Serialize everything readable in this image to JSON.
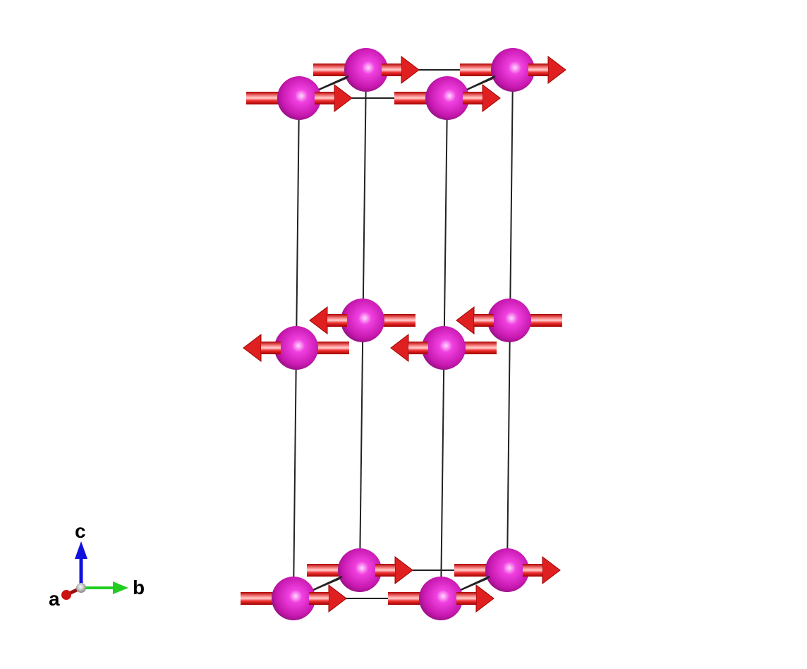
{
  "axes": {
    "a_label": "a",
    "b_label": "b",
    "c_label": "c",
    "a_color": "#cc1111",
    "b_color": "#22cc22",
    "c_color": "#1111dd"
  },
  "structure": {
    "atom_color": "#e020c8",
    "spin_color": "#e02020",
    "cell_line_color": "#222222",
    "layers": [
      {
        "name": "top",
        "spin": "+b"
      },
      {
        "name": "middle",
        "spin": "-b"
      },
      {
        "name": "bottom",
        "spin": "+b"
      }
    ]
  }
}
